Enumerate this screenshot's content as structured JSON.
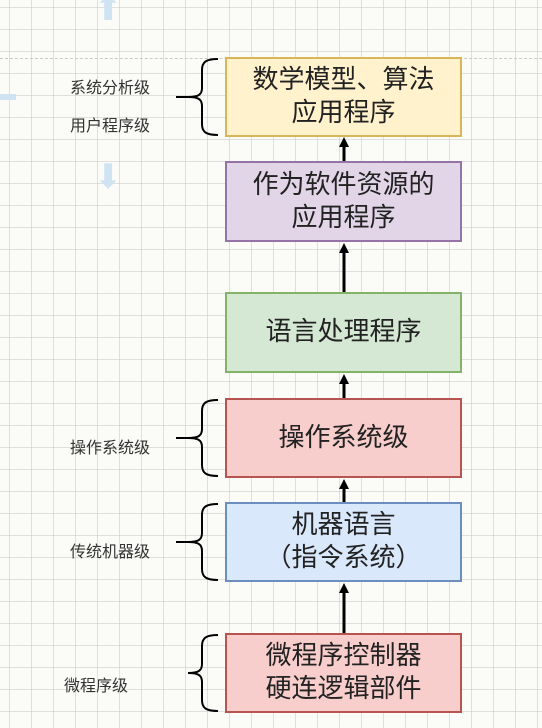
{
  "colors": {
    "yellow": {
      "fill": "#fff2cc",
      "stroke": "#d6b656"
    },
    "purple": {
      "fill": "#e1d5e7",
      "stroke": "#9673a6"
    },
    "green": {
      "fill": "#d5e8d4",
      "stroke": "#82b366"
    },
    "red": {
      "fill": "#f8cecc",
      "stroke": "#b85450"
    },
    "blue": {
      "fill": "#dae8fc",
      "stroke": "#6c8ebf"
    }
  },
  "boxes": [
    {
      "text": "数学模型、算法\n应用程序",
      "color": "yellow"
    },
    {
      "text": "作为软件资源的\n应用程序",
      "color": "purple"
    },
    {
      "text": "语言处理程序",
      "color": "green"
    },
    {
      "text": "操作系统级",
      "color": "red"
    },
    {
      "text": "机器语言\n（指令系统）",
      "color": "blue"
    },
    {
      "text": "微程序控制器\n硬连逻辑部件",
      "color": "red"
    }
  ],
  "level_labels": [
    {
      "text": "系统分析级"
    },
    {
      "text": "用户程序级"
    },
    {
      "text": "操作系统级"
    },
    {
      "text": "传统机器级"
    },
    {
      "text": "微程序级"
    }
  ]
}
